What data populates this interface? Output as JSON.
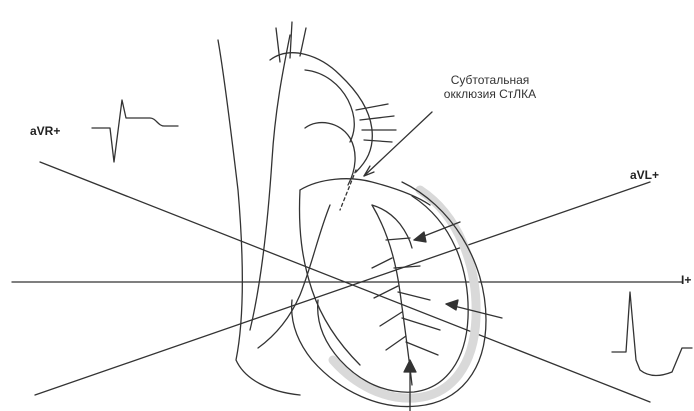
{
  "annotation": {
    "line1": "Субтотальная",
    "line2": "окклюзия СтЛКА"
  },
  "leads": {
    "avr": "aVR+",
    "avl": "aVL+",
    "i": "I+"
  },
  "colors": {
    "ink": "#333333",
    "wall_fill": "#d9d9d9",
    "background": "#ffffff"
  }
}
